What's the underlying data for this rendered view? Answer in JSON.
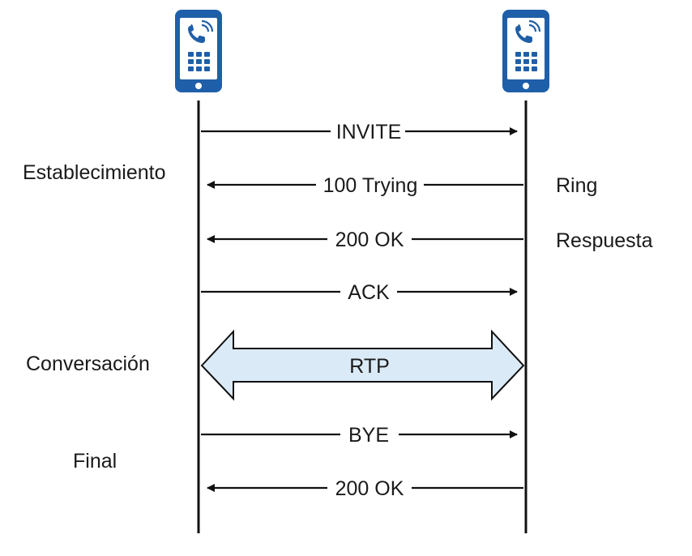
{
  "phases": {
    "setup": "Establecimiento",
    "talk": "Conversación",
    "end": "Final"
  },
  "notes": {
    "ring": "Ring",
    "answer": "Respuesta"
  },
  "messages": [
    {
      "label": "INVITE",
      "direction": "right"
    },
    {
      "label": "100 Trying",
      "direction": "left"
    },
    {
      "label": "200 OK",
      "direction": "left"
    },
    {
      "label": "ACK",
      "direction": "right"
    },
    {
      "label": "BYE",
      "direction": "right"
    },
    {
      "label": "200 OK",
      "direction": "left"
    }
  ],
  "media": {
    "label": "RTP",
    "direction": "both"
  },
  "icons": {
    "left_endpoint": "smartphone-icon",
    "right_endpoint": "smartphone-icon"
  },
  "colors": {
    "phone": "#1f5fa9",
    "rtp_fill": "#dbeaf7",
    "line": "#111111"
  }
}
